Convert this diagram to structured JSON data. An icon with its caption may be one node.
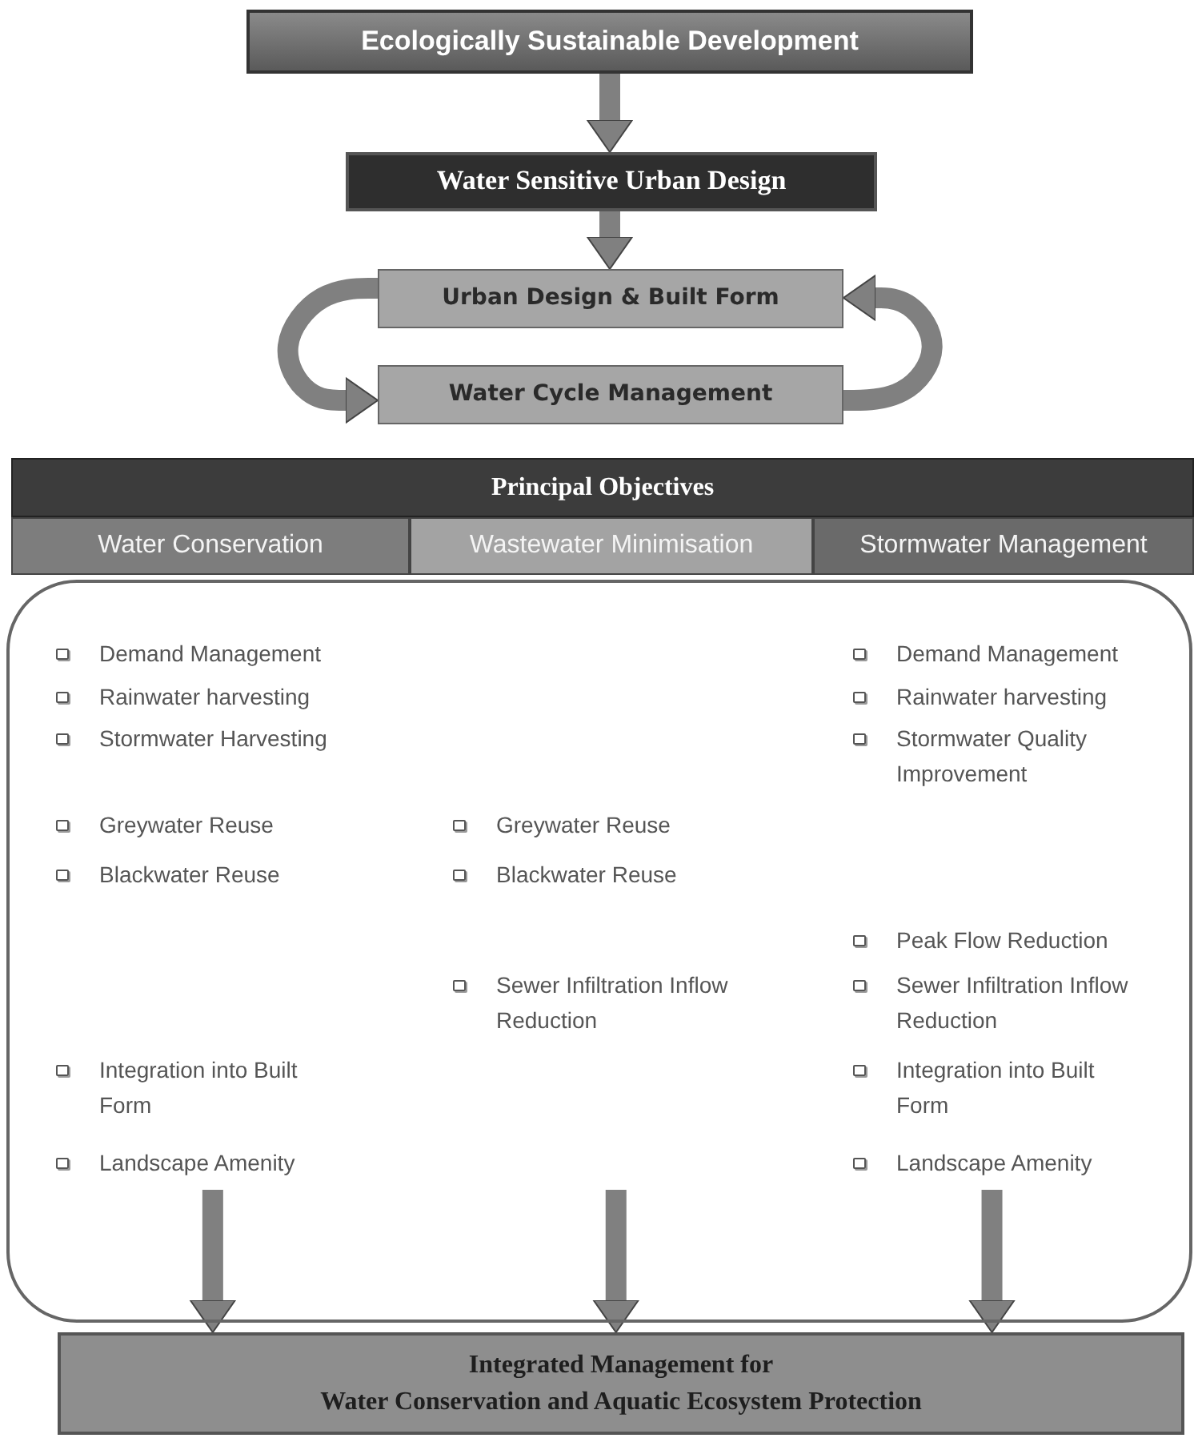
{
  "diagram": {
    "nodes": [
      {
        "text": [
          "Ecologically Sustainable Development"
        ]
      },
      {
        "text": [
          "Water Sensitive Urban Design"
        ]
      },
      {
        "text": [
          "Urban Design & Built Form"
        ]
      },
      {
        "text": [
          "Water Cycle Management"
        ]
      },
      {
        "text": [
          "Principal Objectives"
        ]
      },
      {
        "text": [
          "Water Conservation"
        ]
      },
      {
        "text": [
          "Wastewater Minimisation"
        ]
      },
      {
        "text": [
          "Stormwater Management"
        ]
      },
      {
        "text": [],
        "shape": "box"
      },
      {
        "text": [
          "Integrated Management for",
          "Water Conservation and Aquatic Ecosystem Protection"
        ]
      }
    ],
    "edges": [
      {
        "from": 0,
        "to": 1,
        "arrow": "to"
      },
      {
        "from": 1,
        "to": 2,
        "arrow": "to"
      },
      {
        "from": 2,
        "to": 3,
        "arrow": "to"
      },
      {
        "from": 3,
        "to": 2,
        "arrow": "to"
      },
      {
        "from": 8,
        "to": 9,
        "arrow": "to"
      },
      {
        "from": 8,
        "to": 9,
        "arrow": "to"
      },
      {
        "from": 8,
        "to": 9,
        "arrow": "to"
      }
    ],
    "labels": [
      "Demand Management",
      "Demand Management",
      "Rainwater harvesting",
      "Rainwater harvesting",
      "Stormwater Harvesting",
      "Stormwater Quality Improvement",
      "Greywater Reuse",
      "Greywater Reuse",
      "Blackwater Reuse",
      "Blackwater Reuse",
      "Peak Flow Reduction",
      "Sewer Infiltration Inflow Reduction",
      "Sewer Infiltration Inflow Reduction",
      "Integration into Built Form",
      "Integration into Built Form",
      "Landscape Amenity",
      "Landscape Amenity"
    ]
  }
}
